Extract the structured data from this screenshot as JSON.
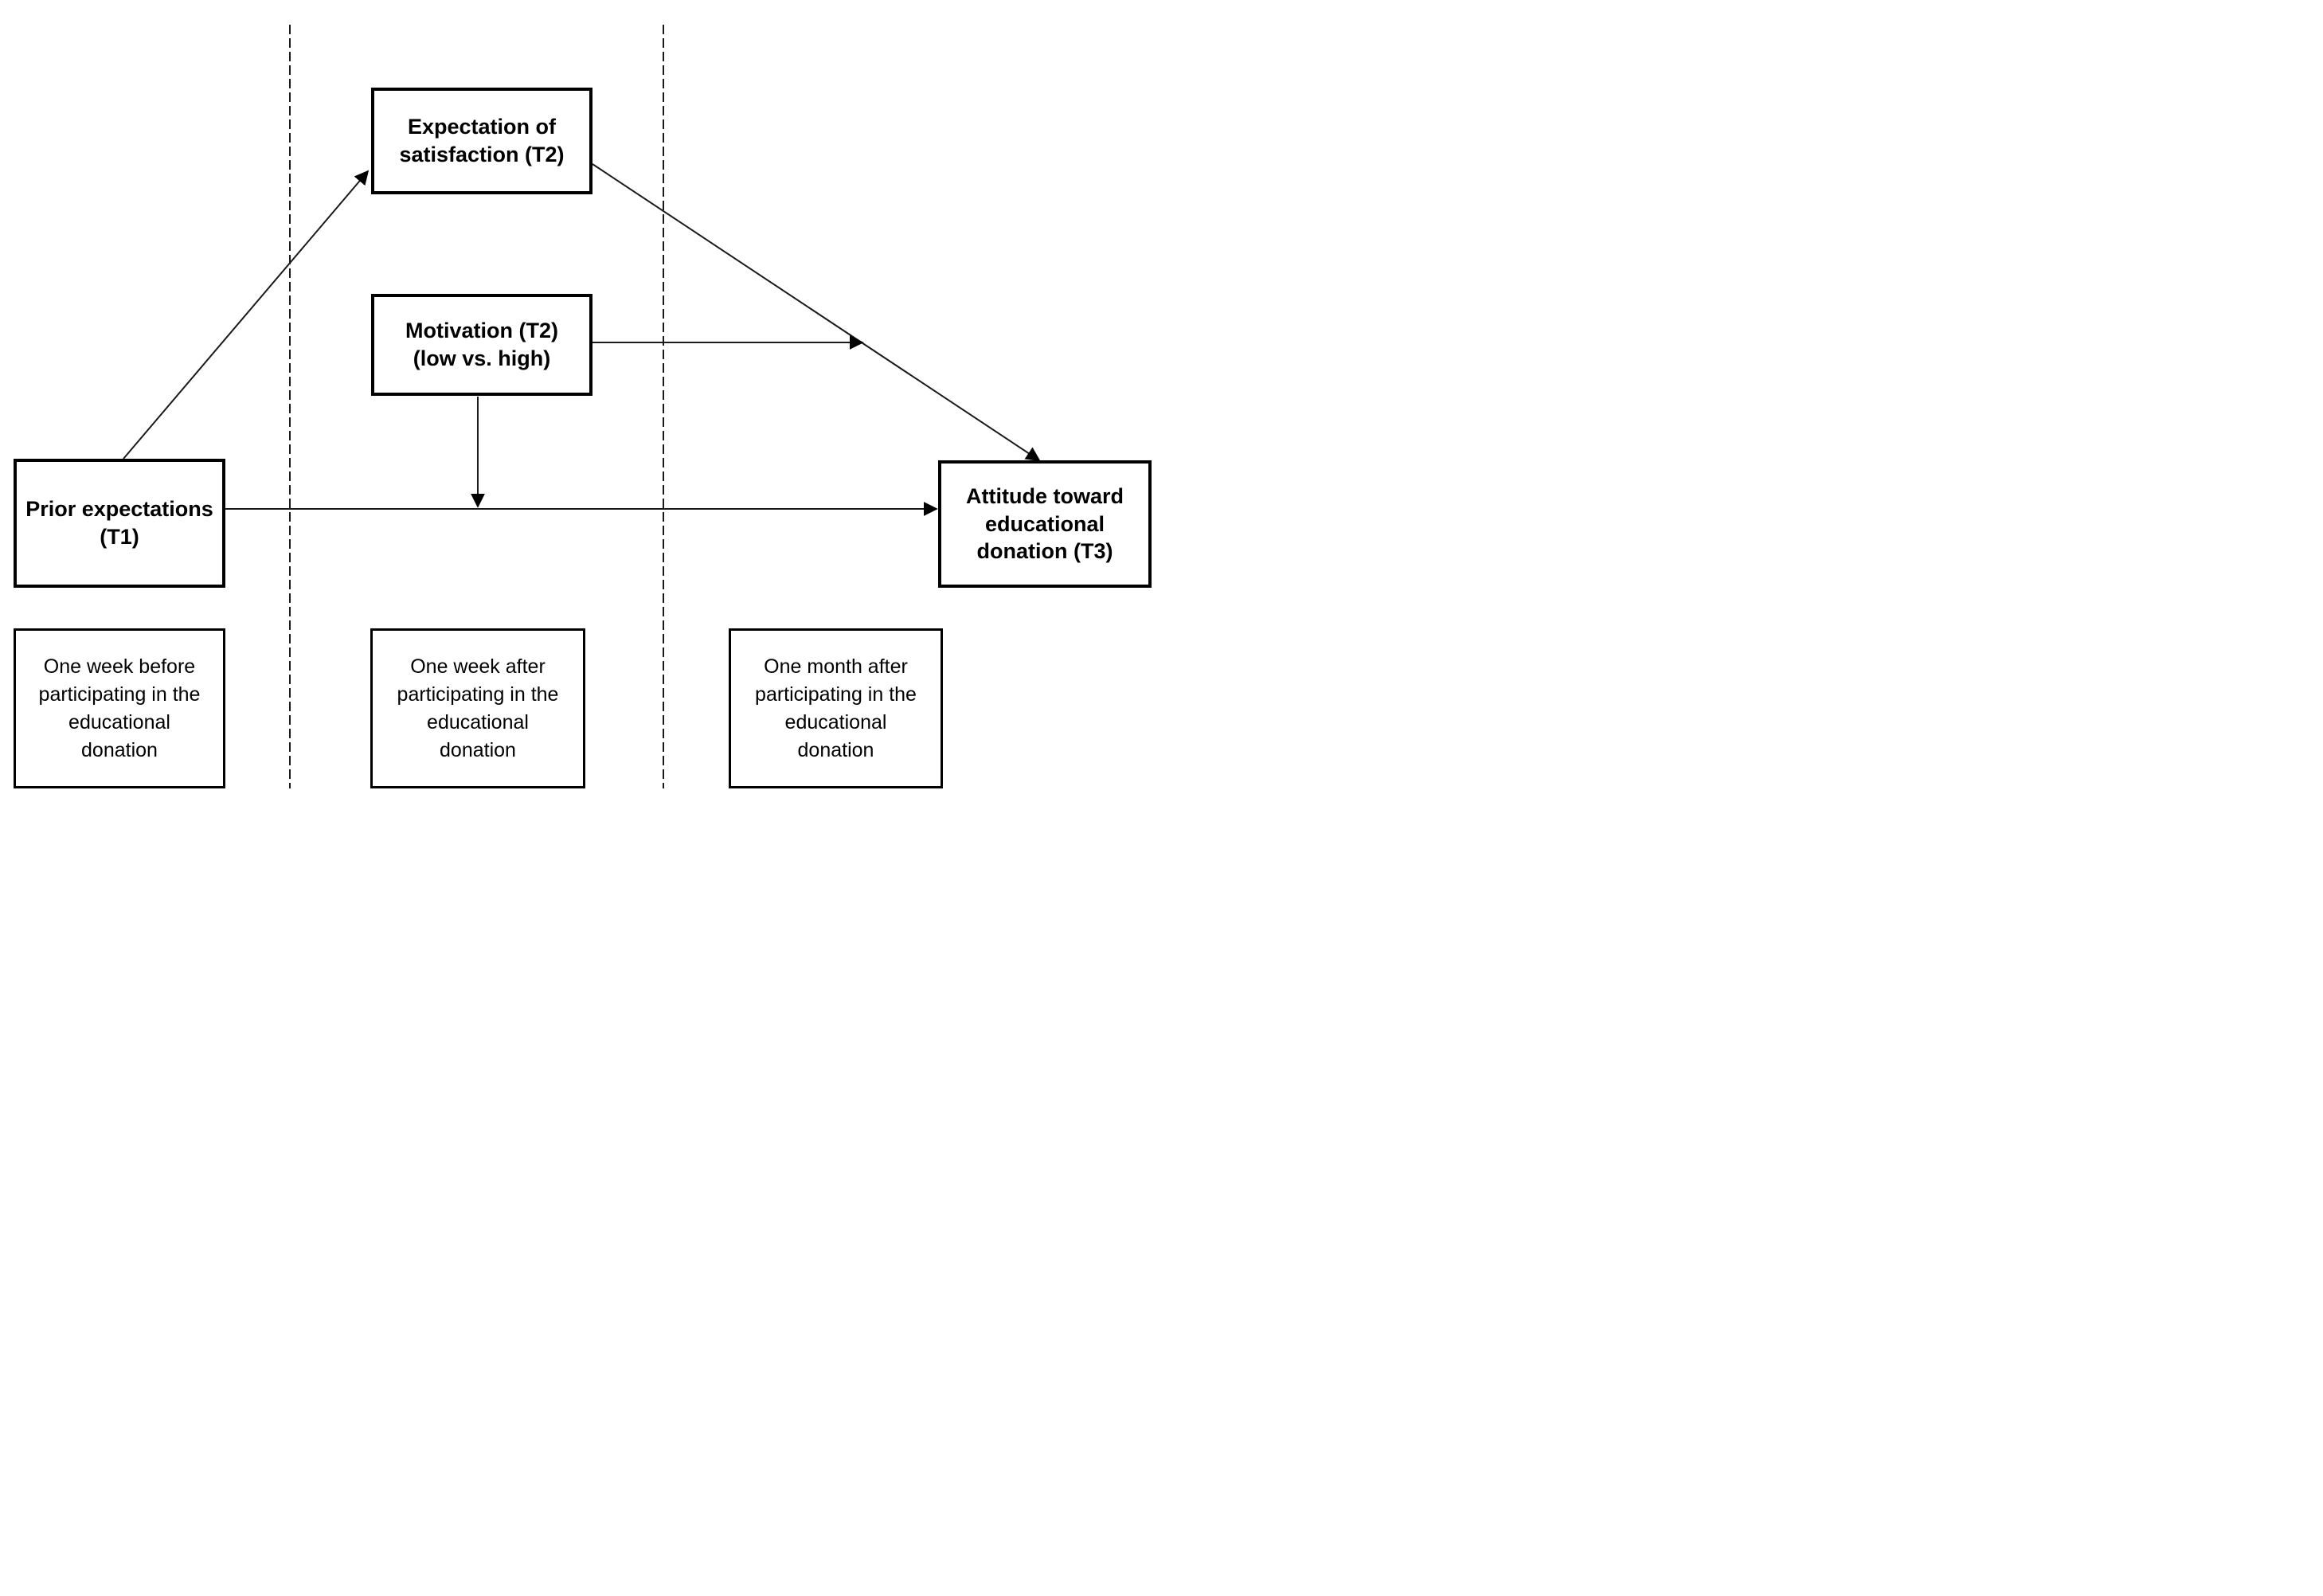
{
  "diagram": {
    "nodes": {
      "expectation": {
        "label": "Expectation of\nsatisfaction (T2)"
      },
      "motivation": {
        "label": "Motivation (T2)\n(low vs. high)"
      },
      "prior": {
        "label": "Prior expectations\n(T1)"
      },
      "attitude": {
        "label": "Attitude toward\neducational\ndonation (T3)"
      },
      "period1": {
        "label": "One week before\nparticipating in the\neducational\ndonation"
      },
      "period2": {
        "label": "One week after\nparticipating in the\neducational\ndonation"
      },
      "period3": {
        "label": "One month after\nparticipating in the\neducational\ndonation"
      }
    },
    "edges": [
      {
        "id": "prior-to-expectation",
        "from": "prior",
        "to": "expectation",
        "type": "solid-arrow"
      },
      {
        "id": "expectation-to-attitude",
        "from": "expectation",
        "to": "attitude",
        "type": "solid-arrow"
      },
      {
        "id": "prior-to-attitude",
        "from": "prior",
        "to": "attitude",
        "type": "solid-arrow"
      },
      {
        "id": "motivation-onto-expectation-attitude-path",
        "from": "motivation",
        "to": "expectation-to-attitude",
        "type": "moderation-arrow"
      },
      {
        "id": "motivation-onto-prior-attitude-path",
        "from": "motivation",
        "to": "prior-to-attitude",
        "type": "moderation-arrow"
      }
    ],
    "separators": [
      {
        "id": "t1-t2-divider",
        "style": "dashed-vertical"
      },
      {
        "id": "t2-t3-divider",
        "style": "dashed-vertical"
      }
    ],
    "colors": {
      "background": "#ffffff",
      "line": "#000000",
      "text": "#000000"
    }
  }
}
